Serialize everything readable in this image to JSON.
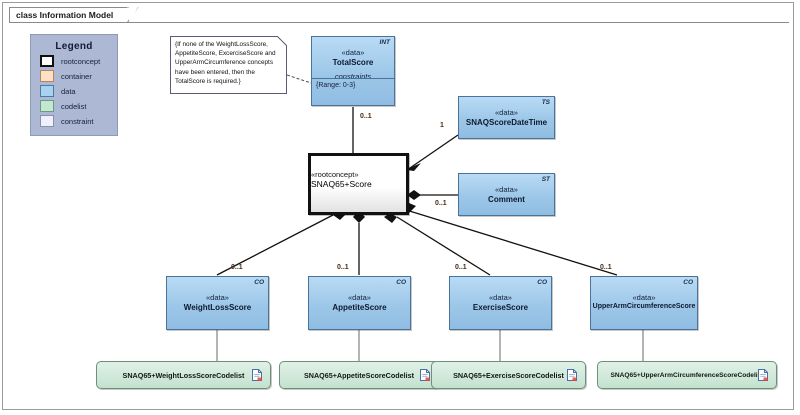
{
  "diagram": {
    "tab_title": "class Information Model",
    "legend": {
      "title": "Legend",
      "items": [
        {
          "label": "rootconcept",
          "color": "#ffffff"
        },
        {
          "label": "container",
          "color": "#fbe0c6"
        },
        {
          "label": "data",
          "color": "#a9d2f0"
        },
        {
          "label": "codelist",
          "color": "#c5e7d2"
        },
        {
          "label": "constraint",
          "color": "#eef0fb"
        }
      ]
    },
    "note": {
      "text": "{If none of the WeightLossScore, AppetiteScore, ExcerciseScore and UpperArmCircumference concepts have been entered, then the TotalScore is required.}"
    },
    "classes": [
      {
        "id": "totalscore",
        "stereotype": "«data»",
        "name": "TotalScore",
        "type_tag": "INT",
        "compartment_title": "constraints",
        "compartment_items": [
          "{Range: 0-3}"
        ]
      },
      {
        "id": "root",
        "stereotype": "«rootconcept»",
        "name": "SNAQ65+Score",
        "type_tag": ""
      },
      {
        "id": "snaqscoredatetime",
        "stereotype": "«data»",
        "name": "SNAQScoreDateTime",
        "type_tag": "TS"
      },
      {
        "id": "comment",
        "stereotype": "«data»",
        "name": "Comment",
        "type_tag": "ST"
      },
      {
        "id": "weightlossscore",
        "stereotype": "«data»",
        "name": "WeightLossScore",
        "type_tag": "CO"
      },
      {
        "id": "appetitescore",
        "stereotype": "«data»",
        "name": "AppetiteScore",
        "type_tag": "CO"
      },
      {
        "id": "exercisescore",
        "stereotype": "«data»",
        "name": "ExerciseScore",
        "type_tag": "CO"
      },
      {
        "id": "upperarmcircumferencescore",
        "stereotype": "«data»",
        "name": "UpperArmCircumferenceScore",
        "type_tag": "CO"
      }
    ],
    "codelists": [
      {
        "id": "weightloss-codelist",
        "label": "SNAQ65+WeightLossScoreCodelist"
      },
      {
        "id": "appetite-codelist",
        "label": "SNAQ65+AppetiteScoreCodelist"
      },
      {
        "id": "exercise-codelist",
        "label": "SNAQ65+ExerciseScoreCodelist"
      },
      {
        "id": "upperarm-codelist",
        "label": "SNAQ65+UpperArmCircumferenceScoreCodelist"
      }
    ],
    "multiplicities": [
      {
        "id": "mult-totalscore",
        "value": "0..1"
      },
      {
        "id": "mult-datetime",
        "value": "1"
      },
      {
        "id": "mult-comment",
        "value": "0..1"
      },
      {
        "id": "mult-weightloss",
        "value": "0..1"
      },
      {
        "id": "mult-appetite",
        "value": "0..1"
      },
      {
        "id": "mult-exercise",
        "value": "0..1"
      },
      {
        "id": "mult-upperarm",
        "value": "0..1"
      }
    ]
  }
}
